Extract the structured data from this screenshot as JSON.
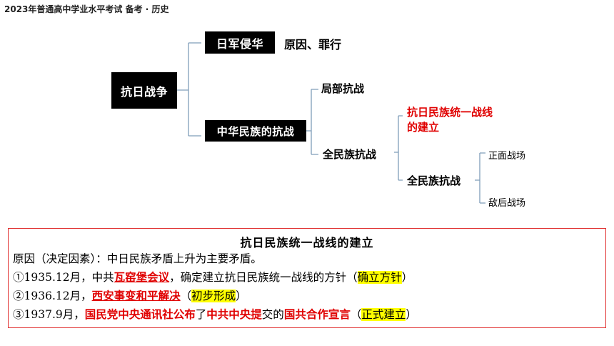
{
  "header": {
    "text": "2023年普通高中学业水平考试 备考 · 历史"
  },
  "tree": {
    "root": "抗日战争",
    "n1": "日军侵华",
    "n1_note": "原因、罪行",
    "n2": "中华民族的抗战",
    "n21": "局部抗战",
    "n22": "全民族抗战",
    "n221_line1": "抗日民族统一战线",
    "n221_line2": "的建立",
    "n222": "全民族抗战",
    "n2221": "正面战场",
    "n2222": "敌后战场"
  },
  "panel": {
    "title": "抗日民族统一战线的建立",
    "reason": "原因（决定因素）：中日民族矛盾上升为主要矛盾。",
    "item1": {
      "prefix": "①1935.12月，中共",
      "red": "瓦窑堡会议",
      "mid": "，确定建立抗日民族统一战线的方针（",
      "hl": "确立方针",
      "end": "）"
    },
    "item2": {
      "prefix": "②1936.12月，",
      "red": "西安事变和平解决",
      "mid": "（",
      "hl": "初步形成",
      "end": "）"
    },
    "item3": {
      "prefix": "③1937.9月，",
      "red1": "国民党中央通讯社公布",
      "mid1": "了",
      "red2": "中共中央提",
      "mid2": "交的",
      "red3": "国共合作宣言",
      "mid3": "（",
      "hl": "正式建立",
      "end": "）"
    }
  }
}
